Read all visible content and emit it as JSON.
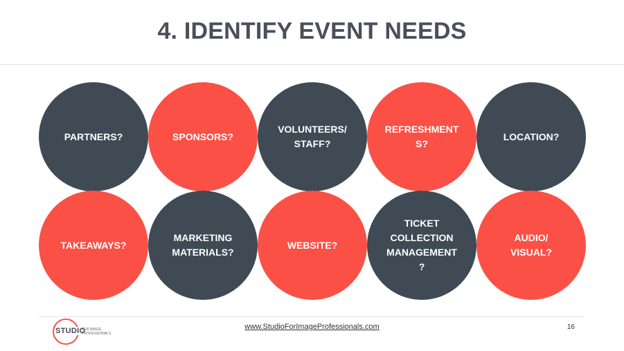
{
  "slide": {
    "title": "4. IDENTIFY EVENT NEEDS",
    "row1": [
      {
        "label": "PARTNERS?",
        "color": "#3f4a55"
      },
      {
        "label": "SPONSORS?",
        "color": "#fb5046"
      },
      {
        "label": "VOLUNTEERS/\nSTAFF?",
        "color": "#3f4a55"
      },
      {
        "label": "REFRESHMENT\nS?",
        "color": "#fb5046"
      },
      {
        "label": "LOCATION?",
        "color": "#3f4a55"
      }
    ],
    "row2": [
      {
        "label": "TAKEAWAYS?",
        "color": "#fb5046"
      },
      {
        "label": "MARKETING\nMATERIALS?",
        "color": "#3f4a55"
      },
      {
        "label": "WEBSITE?",
        "color": "#fb5046"
      },
      {
        "label": "TICKET\nCOLLECTION\nMANAGEMENT\n?",
        "color": "#3f4a55"
      },
      {
        "label": "AUDIO/\nVISUAL?",
        "color": "#fb5046"
      }
    ]
  },
  "footer": {
    "logo_word": "STUDIO",
    "logo_sub": "FOR IMAGE PROFESSIONALS",
    "url": "www.StudioForImageProfessionals.com",
    "page_number": "16"
  },
  "colors": {
    "dark": "#3f4a55",
    "accent": "#fb5046",
    "title": "#4a5059"
  }
}
